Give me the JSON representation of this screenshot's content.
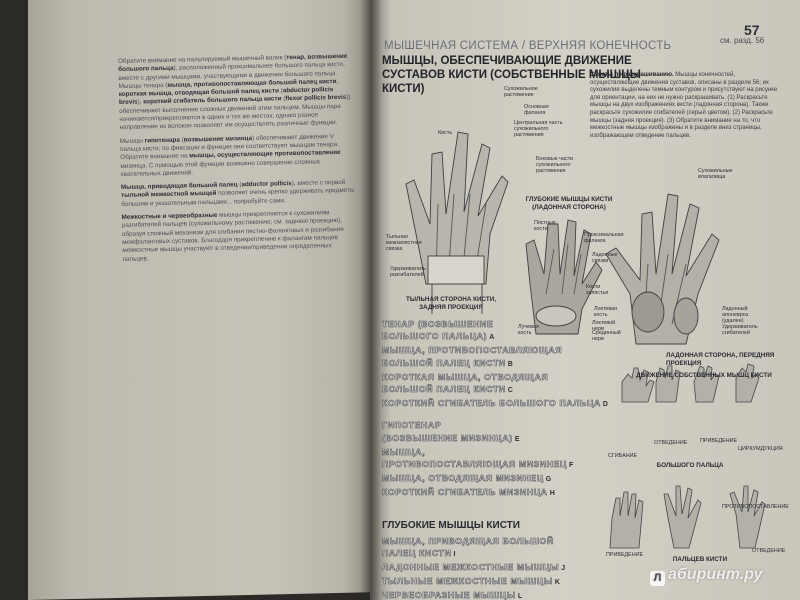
{
  "left_page": {
    "paragraphs": [
      [
        {
          "t": "Обратите внимание на пальпируемый мышечный валик ("
        },
        {
          "t": "тенар, возвышение большого пальца",
          "b": true
        },
        {
          "t": "), расположенный проксимальнее большого пальца кисти, вместе с другими мышцами, участвующими в движении большого пальца. Мышцы тенара ("
        },
        {
          "t": "мышца, противопоставляющая большой палец кисти",
          "b": true
        },
        {
          "t": ", "
        },
        {
          "t": "короткая мышца, отводящая большой палец кисти",
          "b": true
        },
        {
          "t": " ("
        },
        {
          "t": "abductor pollicis brevis",
          "b": true
        },
        {
          "t": "), "
        },
        {
          "t": "короткий сгибатель большого пальца кисти",
          "b": true
        },
        {
          "t": " ("
        },
        {
          "t": "flexor pollicis brevis",
          "b": true
        },
        {
          "t": ")) обеспечивают выполнение сложных движений этим пальцем. Мышцы пара начинаются/прикрепляются в одних и тех же местах; однако разное направление их волокон позволяет им осуществлять различные функции."
        }
      ],
      [
        {
          "t": "Мышцы "
        },
        {
          "t": "гипотенара",
          "b": true
        },
        {
          "t": " ("
        },
        {
          "t": "возвышение мизинца",
          "b": true
        },
        {
          "t": ") обеспечивают движение V пальца кисти; по фиксации и функции они соответствуют мышцам тенара. Обратите внимание на "
        },
        {
          "t": "мышцы, осуществляющие противопоставление",
          "b": true
        },
        {
          "t": " мизинца. С помощью этой функции возможно совершение сложных хватательных движений."
        }
      ],
      [
        {
          "t": "Мышца, приводящая большой палец",
          "b": true
        },
        {
          "t": " ("
        },
        {
          "t": "adductor pollicis",
          "b": true
        },
        {
          "t": "), вместе с первой "
        },
        {
          "t": "тыльной межкостной мышцей",
          "b": true
        },
        {
          "t": " позволяет очень крепко удерживать предметы большим и указательным пальцами... попробуйте сами."
        }
      ],
      [
        {
          "t": "Межкостные и червеобразные",
          "b": true
        },
        {
          "t": " мышцы прикрепляются к сухожилиям разгибателей пальцев (сухожильному растяжению; см. заднюю проекцию), образуя сложный механизм для сгибания пястно-фаланговых и разгибания межфаланговых суставов. Благодаря прикреплению к фалангам пальцев межкостные мышцы участвуют в отведении/приведении определенных пальцев."
        }
      ]
    ]
  },
  "right_page": {
    "page_number": "57",
    "page_ref": "см. разд. 56",
    "section": "МЫШЕЧНАЯ СИСТЕМА / ВЕРХНЯЯ КОНЕЧНОСТЬ",
    "title": "МЫШЦЫ, ОБЕСПЕЧИВАЮЩИЕ ДВИЖЕНИЕ СУСТАВОВ КИСТИ (СОБСТВЕННЫЕ МЫШЦЫ КИСТИ)",
    "tips": [
      {
        "t": "Советы по раскрашиванию.",
        "b": true
      },
      {
        "t": " Мышцы конечностей, осуществляющие движения суставов, описаны в разделе 56; их сухожилия выделены темным контуром и присутствуют на рисунке для ориентации, на них не нужно раскрашивать. (1) Раскрасьте мышцы на двух изображениях кисти (ладонная сторона). Также раскрасьте сухожилие сгибателей (серый цветом). (2) Раскрасьте мышцы (задняя проекция). (3) Обратите внимание на то, что межкостные мышцы изображены и в разделе вниз страницы, изображающем отведение пальцев."
      }
    ],
    "subtitles": {
      "dorsal": "ТЫЛЬНАЯ СТОРОНА КИСТИ, ЗАДНЯЯ ПРОЕКЦИЯ",
      "deep": "ГЛУБОКИЕ МЫШЦЫ КИСТИ (ЛАДОННАЯ СТОРОНА)",
      "palmar": "ЛАДОННАЯ СТОРОНА, ПЕРЕДНЯЯ ПРОЕКЦИЯ",
      "movement": "ДВИЖЕНИЕ СОБСТВЕННЫХ МЫШЦ КИСТИ",
      "thumb": "БОЛЬШОГО ПАЛЬЦА",
      "fingers": "ПАЛЬЦЕВ КИСТИ"
    },
    "labels": {
      "sukh_r": "Сухожильное растяжение",
      "osn_f": "Основная фаланга",
      "central": "Центральная часть сухожильного растяжения",
      "kist": "Кисть",
      "bok": "Боковые части сухожильного растяжения",
      "tyl_lig": "Тыльная межзапястная связка",
      "sukh_razg": "Удерживатель разгибателей",
      "pyast_k": "Пястные кости",
      "prox_f": "Проксимальная фаланга",
      "lad_lig": "Ладонные связки",
      "luch_k": "Лучевая кость",
      "kost_z": "Кости запястья",
      "lokt_k": "Локтевая кость",
      "lokt_n": "Локтевой нерв",
      "sred_n": "Срединный нерв",
      "sukh_vlag": "Сухожильные влагалища",
      "lad_apo": "Ладонный апоневроз (удален)",
      "sukh_sgib": "Удерживатель сгибателей",
      "sgib": "СГИБАНИЕ",
      "otv": "ОТВЕДЕНИЕ",
      "priv": "ПРИВЕДЕНИЕ",
      "tsirk": "ЦИРКУМДУКЦИЯ",
      "priv2": "ПРИВЕДЕНИЕ",
      "otv2": "ОТВЕДЕНИЕ",
      "protiv": "ПРОТИВОПОСТАВЛЕНИЕ"
    },
    "legend_groups": [
      {
        "lines": [
          {
            "text": "ТЕНАР (ВОЗВЫШЕНИЕ"
          },
          {
            "text": "БОЛЬШОГО ПАЛЬЦА)",
            "key": "A"
          },
          {
            "text": "МЫШЦА, ПРОТИВОПОСТАВЛЯЮЩАЯ"
          },
          {
            "text": "БОЛЬШОЙ ПАЛЕЦ КИСТИ",
            "key": "B"
          },
          {
            "text": "КОРОТКАЯ МЫШЦА, ОТВОДЯЩАЯ"
          },
          {
            "text": "БОЛЬШОЙ ПАЛЕЦ КИСТИ",
            "key": "C"
          },
          {
            "text": "КОРОТКИЙ СГИБАТЕЛЬ БОЛЬШОГО ПАЛЬЦА",
            "key": "D"
          }
        ]
      },
      {
        "lines": [
          {
            "text": "ГИПОТЕНАР"
          },
          {
            "text": "(ВОЗВЫШЕНИЕ МИЗИНЦА)",
            "key": "E"
          },
          {
            "text": "МЫШЦА,"
          },
          {
            "text": "ПРОТИВОПОСТАВЛЯЮЩАЯ МИЗИНЕЦ",
            "key": "F"
          },
          {
            "text": "МЫШЦА, ОТВОДЯЩАЯ МИЗИНЕЦ",
            "key": "G"
          },
          {
            "text": "КОРОТКИЙ СГИБАТЕЛЬ МИЗИНЦА",
            "key": "H"
          }
        ]
      }
    ],
    "deep_title": "ГЛУБОКИЕ МЫШЦЫ КИСТИ",
    "deep_lines": [
      {
        "text": "МЫШЦА, ПРИВОДЯЩАЯ БОЛЬШОЙ"
      },
      {
        "text": "ПАЛЕЦ КИСТИ",
        "key": "I"
      },
      {
        "text": "ЛАДОННЫЕ МЕЖКОСТНЫЕ МЫШЦЫ",
        "key": "J"
      },
      {
        "text": "ТЫЛЬНЫЕ МЕЖКОСТНЫЕ МЫШЦЫ",
        "key": "K"
      },
      {
        "text": "ЧЕРВЕОБРАЗНЫЕ МЫШЦЫ",
        "key": "L"
      }
    ]
  },
  "watermark": {
    "logo": "Л",
    "text": "абиринт.ру"
  }
}
